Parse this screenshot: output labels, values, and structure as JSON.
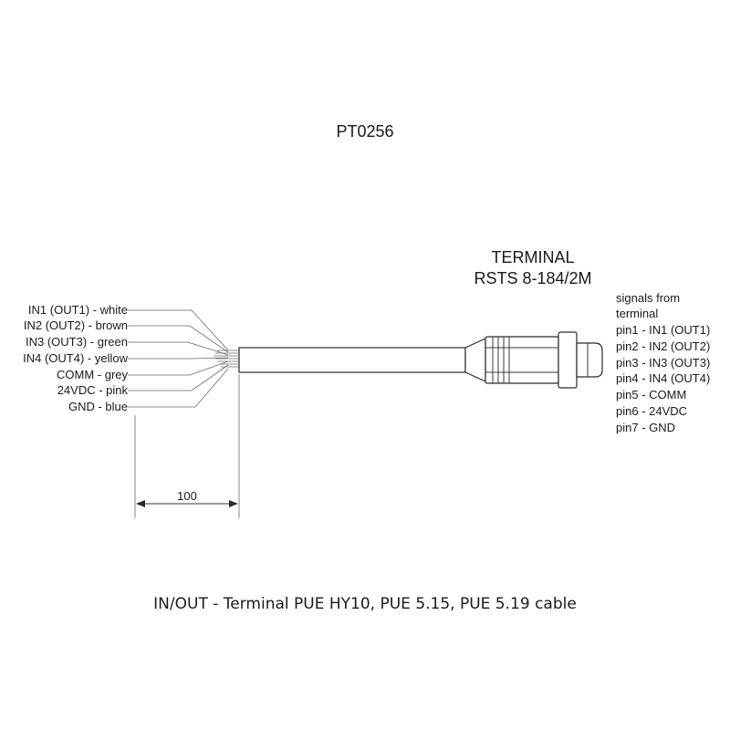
{
  "title": "PT0256",
  "terminal": {
    "line1": "TERMINAL",
    "line2": "RSTS 8-184/2M"
  },
  "wires": [
    "IN1 (OUT1) - white",
    "IN2 (OUT2) - brown",
    "IN3 (OUT3) - green",
    "IN4 (OUT4) - yellow",
    "COMM - grey",
    "24VDC - pink",
    "GND - blue"
  ],
  "signals": {
    "header_line1": "signals from",
    "header_line2": "terminal",
    "pins": [
      "pin1 - IN1 (OUT1)",
      "pin2 - IN2 (OUT2)",
      "pin3 - IN3 (OUT3)",
      "pin4 - IN4 (OUT4)",
      "pin5 - COMM",
      "pin6 - 24VDC",
      "pin7 - GND"
    ]
  },
  "dimension": "100",
  "caption": "IN/OUT - Terminal PUE HY10, PUE 5.15, PUE 5.19 cable"
}
